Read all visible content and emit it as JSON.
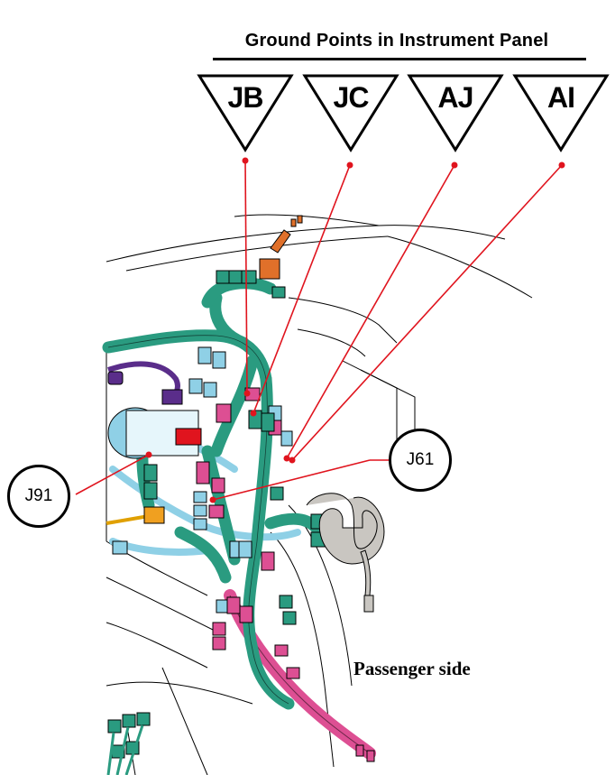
{
  "title": "Ground Points in Instrument Panel",
  "ground_points": [
    {
      "id": "jb",
      "label": "JB"
    },
    {
      "id": "jc",
      "label": "JC"
    },
    {
      "id": "aj",
      "label": "AJ"
    },
    {
      "id": "ai",
      "label": "AI"
    }
  ],
  "connectors": [
    {
      "id": "j91",
      "label": "J91"
    },
    {
      "id": "j61",
      "label": "J61"
    }
  ],
  "passenger_label": "Passenger side",
  "colors": {
    "harness_green": "#2a9b80",
    "connector_blue": "#8fd0e6",
    "connector_pink": "#dd4f93",
    "relay_red": "#e0141e",
    "leader_red": "#e0141e",
    "orange": "#e0702a",
    "purple": "#5a2d8a",
    "bracket_gray": "#c9c6c1"
  }
}
